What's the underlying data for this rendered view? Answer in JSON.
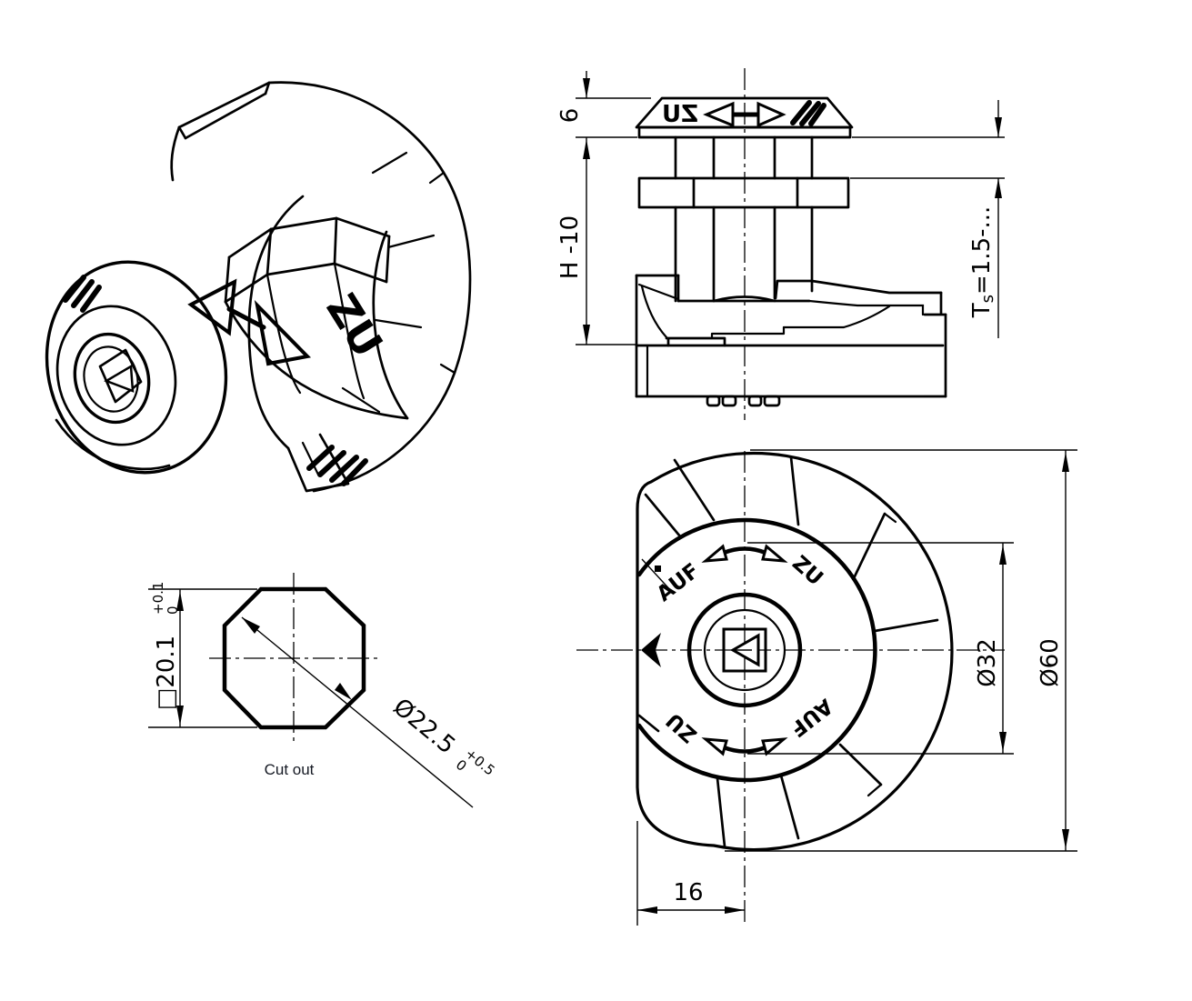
{
  "drawing": {
    "background": "#ffffff",
    "line_color": "#000000",
    "label_color": "#161a24"
  },
  "views": {
    "iso": {
      "mark_zu": "ZU"
    },
    "side": {
      "dim_plate_thickness": "6",
      "dim_height": "H -10",
      "dim_panel": {
        "t": "T",
        "sub": "s",
        "rest": "=1.5-..."
      },
      "mark_zu": "ZU"
    },
    "front": {
      "mark_auf_upper": "AUF",
      "mark_zu_upper": "ZU",
      "mark_zu_lower": "ZU",
      "mark_auf_lower": "AUF",
      "dim_inner_dia": "Ø32",
      "dim_outer_dia": "Ø60",
      "dim_flat_offset": "16"
    },
    "cutout": {
      "label": "Cut out",
      "square": {
        "value": "□20.1",
        "tol_plus": "+0.1",
        "tol_minus": "0"
      },
      "dia": {
        "value": "Ø22.5",
        "tol_plus": "+0.5",
        "tol_minus": "0"
      }
    }
  }
}
